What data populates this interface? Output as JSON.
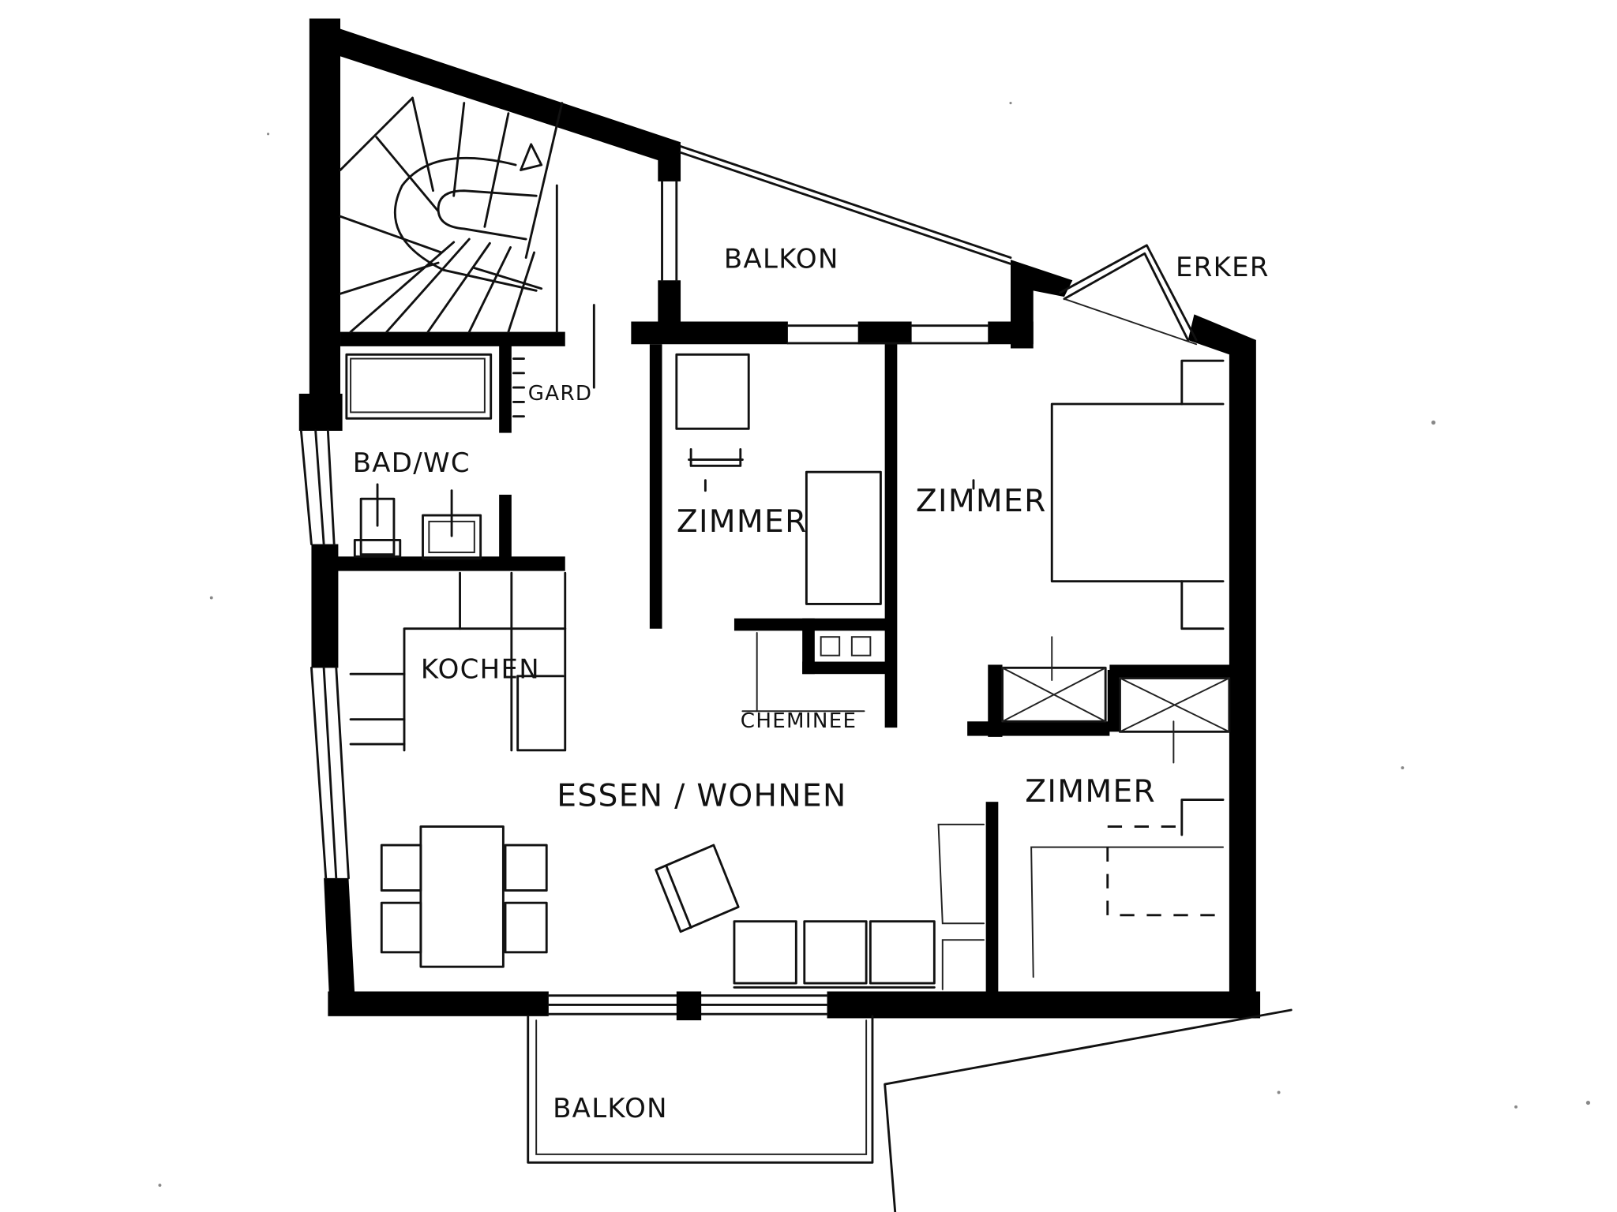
{
  "plan": {
    "title": "Floor plan sketch",
    "style": "hand-drawn architectural floor plan, black ink on white",
    "colors": {
      "ink": "#000000",
      "paper": "#ffffff"
    },
    "rooms": [
      {
        "id": "balkon-top",
        "label": "BALKON"
      },
      {
        "id": "erker",
        "label": "ERKER"
      },
      {
        "id": "gard",
        "label": "GARD"
      },
      {
        "id": "bad-wc",
        "label": "BAD/WC"
      },
      {
        "id": "zimmer-center",
        "label": "ZIMMER"
      },
      {
        "id": "zimmer-right",
        "label": "ZIMMER"
      },
      {
        "id": "kochen",
        "label": "KOCHEN"
      },
      {
        "id": "cheminee",
        "label": "CHEMINEE"
      },
      {
        "id": "essen-wohnen",
        "label": "ESSEN / WOHNEN"
      },
      {
        "id": "zimmer-bottom-right",
        "label": "ZIMMER"
      },
      {
        "id": "balkon-bottom",
        "label": "BALKON"
      }
    ],
    "fixtures": [
      "spiral-staircase-icon",
      "bathtub-icon",
      "toilet-icon",
      "washbasin-icon",
      "desk-icon",
      "chair-icon",
      "single-bed-icon",
      "double-bed-icon",
      "fireplace-icon",
      "kitchen-counter-icon",
      "dining-table-icon",
      "armchair-icon",
      "sofa-icon",
      "built-in-wardrobe-icon"
    ]
  }
}
